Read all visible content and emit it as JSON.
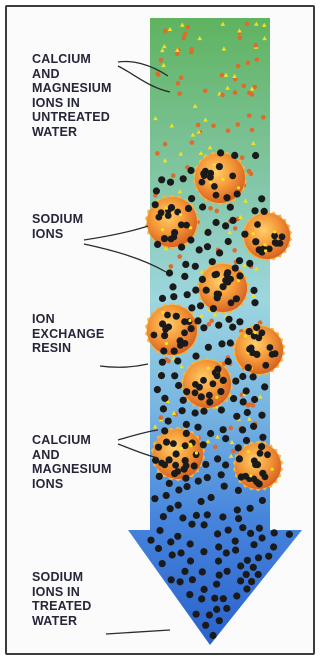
{
  "labels": {
    "calcium_magnesium_untreated": "CALCIUM\nAND\nMAGNESIUM\nIONS IN\nUNTREATED\nWATER",
    "sodium_ions": "SODIUM\nIONS",
    "ion_exchange_resin": "ION\nEXCHANGE\nRESIN",
    "calcium_magnesium_ions": "CALCIUM\nAND\nMAGNESIUM\nIONS",
    "sodium_treated": "SODIUM\nIONS IN\nTREATED\nWATER"
  },
  "colors": {
    "frame_border": "#3c3c3c",
    "water_top": "#5fb35f",
    "water_middle": "#8fd0d8",
    "water_bottom": "#2f6fd8",
    "sodium_ion": "#1a1a1a",
    "calcium_magnesium_ion": "#e06a2a",
    "yellow_ion": "#f2e21a",
    "resin_bead": "#f0873a",
    "label_text": "#26263a"
  },
  "icons": {
    "resin_bead": "resin-bead-icon",
    "sodium_ion": "sodium-ion-icon",
    "flow_arrow": "down-arrow-icon"
  }
}
